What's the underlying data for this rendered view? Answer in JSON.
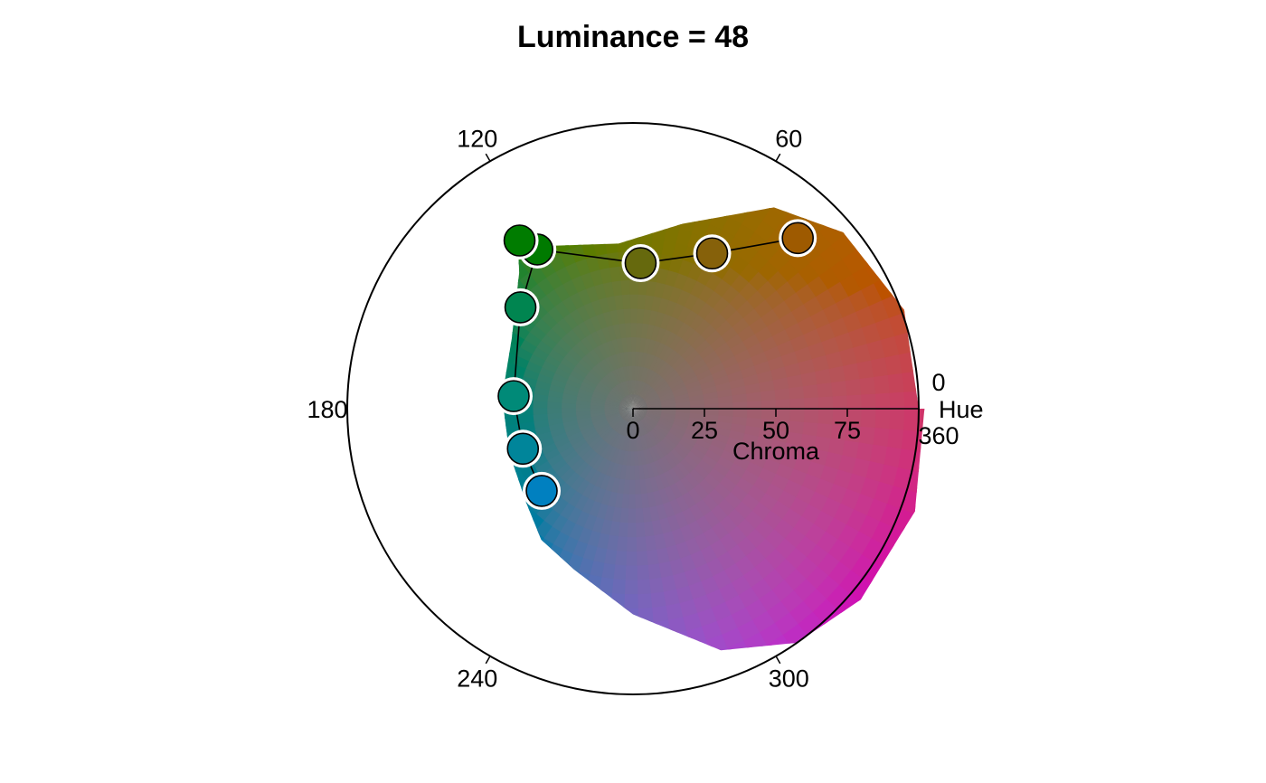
{
  "chart_data": {
    "type": "scatter",
    "title": "Luminance = 48",
    "coordinate_system": "polar (hue angle, chroma radius)",
    "hue_axis": {
      "label": "Hue",
      "ticks": [
        0,
        60,
        120,
        180,
        240,
        300,
        360
      ],
      "tick_labels": [
        "0",
        "60",
        "120",
        "180",
        "240",
        "300",
        "360"
      ]
    },
    "chroma_axis": {
      "label": "Chroma",
      "ticks": [
        0,
        25,
        50,
        75
      ],
      "tick_labels": [
        "0",
        "25",
        "50",
        "75"
      ],
      "range": [
        0,
        100
      ]
    },
    "gamut_background": {
      "description_colors": [
        "#c05000",
        "#008000",
        "#0070e0",
        "#d010b0"
      ]
    },
    "series": [
      {
        "connected": true,
        "points": [
          {
            "hue": 46,
            "chroma": 83,
            "color": "#9e5a00"
          },
          {
            "hue": 63,
            "chroma": 61,
            "color": "#86610a"
          },
          {
            "hue": 87,
            "chroma": 51,
            "color": "#66690d"
          },
          {
            "hue": 121,
            "chroma": 65,
            "color": "#007a00"
          },
          {
            "hue": 138,
            "chroma": 53,
            "color": "#008550"
          },
          {
            "hue": 174,
            "chroma": 42,
            "color": "#008a78"
          },
          {
            "hue": 200,
            "chroma": 41,
            "color": "#00859a"
          },
          {
            "hue": 222,
            "chroma": 43,
            "color": "#0080c0"
          }
        ]
      },
      {
        "connected": false,
        "points": [
          {
            "hue": 124,
            "chroma": 71,
            "color": "#007c00"
          }
        ]
      }
    ]
  }
}
